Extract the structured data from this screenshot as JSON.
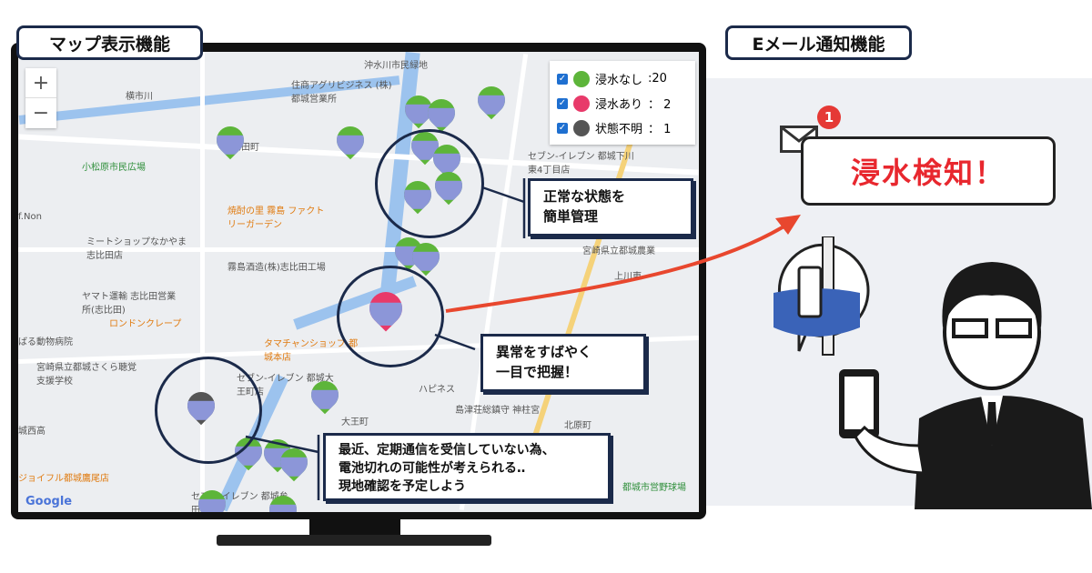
{
  "sections": {
    "map_title": "マップ表示機能",
    "email_title": "Eメール通知機能"
  },
  "map": {
    "zoom_in": "+",
    "zoom_out": "−",
    "legend": [
      {
        "label": "浸水なし",
        "count": ":20",
        "color": "#5db53a"
      },
      {
        "label": "浸水あり",
        "count": "： 2",
        "color": "#e83a6a"
      },
      {
        "label": "状態不明",
        "count": "： 1",
        "color": "#555555"
      }
    ],
    "place_labels": [
      "沖水川市民緑地",
      "住商アグリビジネス (株)都城営業所",
      "横市川",
      "志比田町",
      "小松原市民広場",
      "セブン-イレブン 都城下川東4丁目店",
      "焼酎の里 霧島 ファクトリーガーデン",
      "f.Non",
      "ミートショップなかやま 志比田店",
      "霧島酒造(株)志比田工場",
      "宮崎県立都城農業",
      "上川東",
      "ヤマト運輸 志比田営業所(志比田)",
      "ロンドンクレープ",
      "ばる動物病院",
      "宮崎県立都城さくら聴覚支援学校",
      "タマチャンショップ 都城本店",
      "セブン-イレブン 都城大王町店",
      "ハピネス",
      "島津荘総鎮守 神柱宮",
      "大王町",
      "北原町",
      "ジョイフル都城鷹尾店",
      "セブン-イレブン 都城牟田町店",
      "都城市営野球場",
      "城西高"
    ],
    "google": "Google"
  },
  "callouts": {
    "normal": [
      "正常な状態を",
      "簡単管理"
    ],
    "abnormal": [
      "異常をすばやく",
      "一目で把握！"
    ],
    "unknown": [
      "最近、定期通信を受信していない為、",
      "電池切れの可能性が考えられる‥",
      "現地確認を予定しよう"
    ]
  },
  "email": {
    "badge": "1",
    "alert": "浸水検知！"
  },
  "colors": {
    "navy": "#1b2a4a",
    "alert_red": "#e8272e",
    "arrow": "#e8472e"
  }
}
